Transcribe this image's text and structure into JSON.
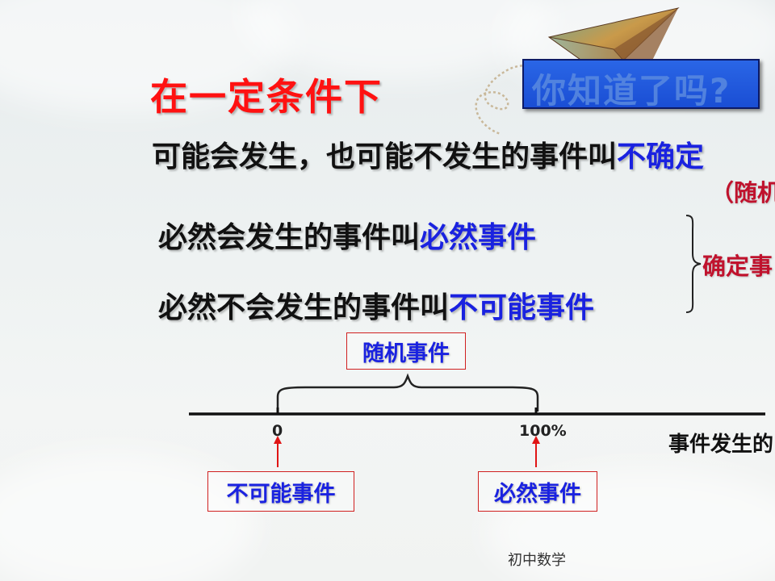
{
  "title": "在一定条件下",
  "banner": {
    "text": "你知道了吗?"
  },
  "definitions": {
    "uncertain_prefix": "可能会发生，也可能不发生的事件叫",
    "uncertain_term": "不确定",
    "random_note": "（随机",
    "certain_prefix": "必然会发生的事件叫",
    "certain_term": "必然事件",
    "impossible_prefix": "必然不会发生的事件叫",
    "impossible_term": "不可能事件",
    "determined_label": "确定事"
  },
  "axis": {
    "label": "事件发生的",
    "tick_start": "0",
    "tick_end": "100%",
    "random_box": "随机事件",
    "impossible_box": "不可能事件",
    "certain_box": "必然事件"
  },
  "footer": "初中数学",
  "colors": {
    "title_red": "#ff1111",
    "term_blue": "#1a22e0",
    "note_red": "#c0122d",
    "banner_blue": "#1a4ed4"
  },
  "icons": [
    "paper-airplane-icon"
  ]
}
